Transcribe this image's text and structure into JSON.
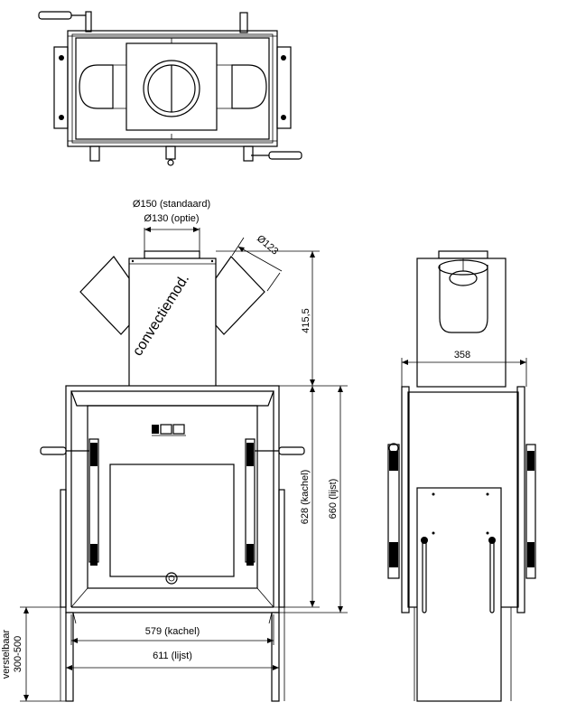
{
  "labels": {
    "flue_standard": "Ø150 (standaard)",
    "flue_option": "Ø130 (optie)",
    "convection_diameter": "Ø123",
    "convection_module": "convectiemod.",
    "height_module": "415,5",
    "height_stove": "628 (kachel)",
    "height_frame": "660 (lijst)",
    "depth": "358",
    "width_stove": "579 (kachel)",
    "width_frame": "611 (lijst)",
    "leg_adjustable": "verstelbaar",
    "leg_range": "300-500"
  }
}
